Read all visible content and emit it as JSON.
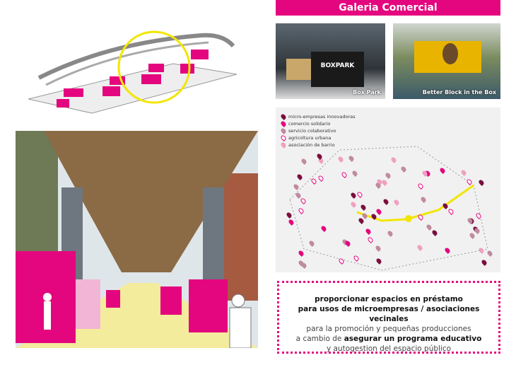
{
  "title": "Galeria Comercial",
  "photos": [
    {
      "caption": "Box Park",
      "sign": "BOXPARK"
    },
    {
      "caption": "Better Block in the Box"
    }
  ],
  "legend": [
    {
      "label": "micro-empresas innovadoras",
      "color": "#7a0f3e",
      "hollow": false
    },
    {
      "label": "comercio solidario",
      "color": "#e4067e",
      "hollow": false
    },
    {
      "label": "servicio colaborativo",
      "color": "#c08aa0",
      "hollow": false
    },
    {
      "label": "agricoltura urbana",
      "color": "#e4067e",
      "hollow": true
    },
    {
      "label": "asociación de barrio",
      "color": "#f0a0c0",
      "hollow": false
    }
  ],
  "box": {
    "line1": "proporcionar espacios en préstamo",
    "line2": "para usos de microempresas / asociaciones vecinales",
    "line3": "para la promoción y pequeñas producciones",
    "line4a": "a cambio de ",
    "line4b": "asegurar un programa educativo",
    "line5": "y autogestion del espacio público"
  },
  "colors": {
    "accent": "#e4067e",
    "route": "#f2e600"
  }
}
